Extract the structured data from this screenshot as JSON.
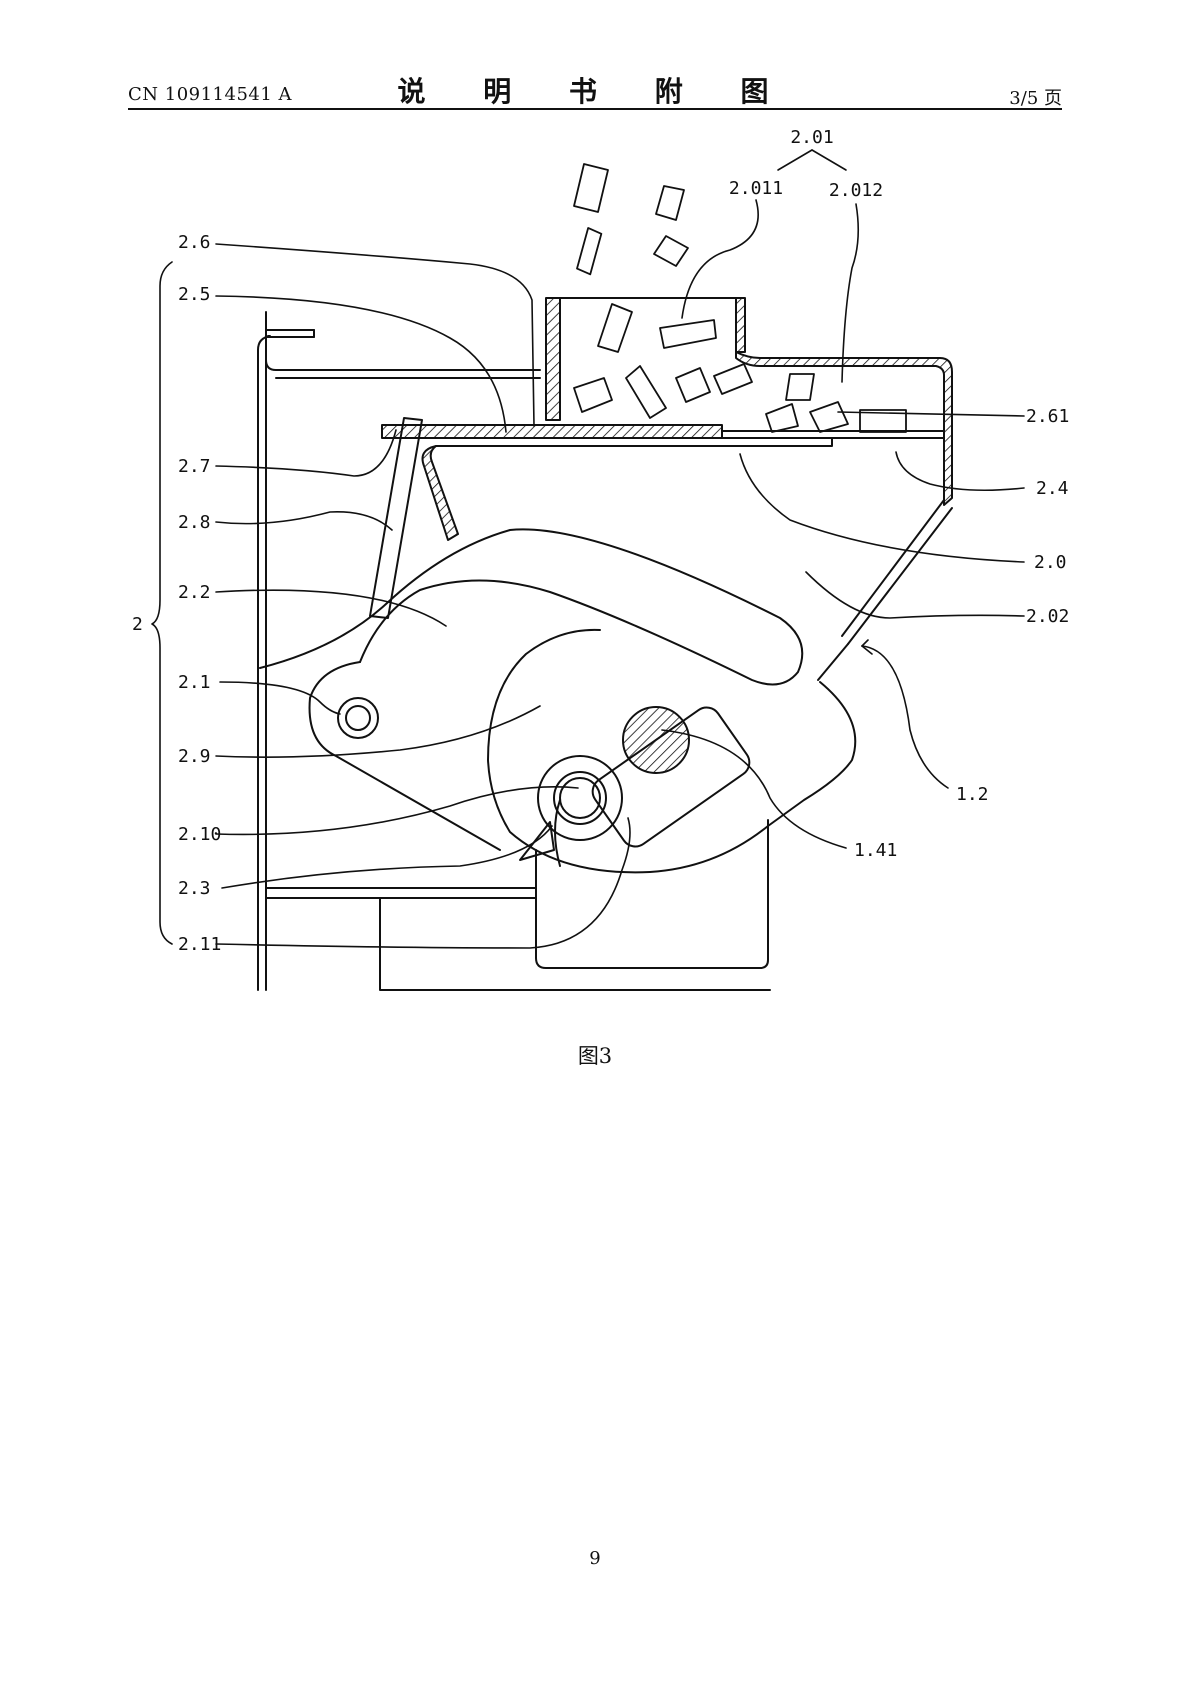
{
  "header": {
    "doc_number": "CN 109114541 A",
    "title": "说 明 书 附 图",
    "page_fraction": "3/5 页"
  },
  "figure": {
    "caption": "图3",
    "labels": {
      "l_2_01": "2.01",
      "l_2_011": "2.011",
      "l_2_012": "2.012",
      "l_2_6": "2.6",
      "l_2_5": "2.5",
      "l_2_61": "2.61",
      "l_2_4": "2.4",
      "l_2_7": "2.7",
      "l_2_8": "2.8",
      "l_2_0": "2.0",
      "l_2_2": "2.2",
      "l_2_02": "2.02",
      "l_2": "2",
      "l_2_1": "2.1",
      "l_1_2": "1.2",
      "l_2_9": "2.9",
      "l_1_41": "1.41",
      "l_2_10": "2.10",
      "l_2_3": "2.3",
      "l_2_11": "2.11"
    }
  },
  "footer": {
    "page_number": "9"
  }
}
